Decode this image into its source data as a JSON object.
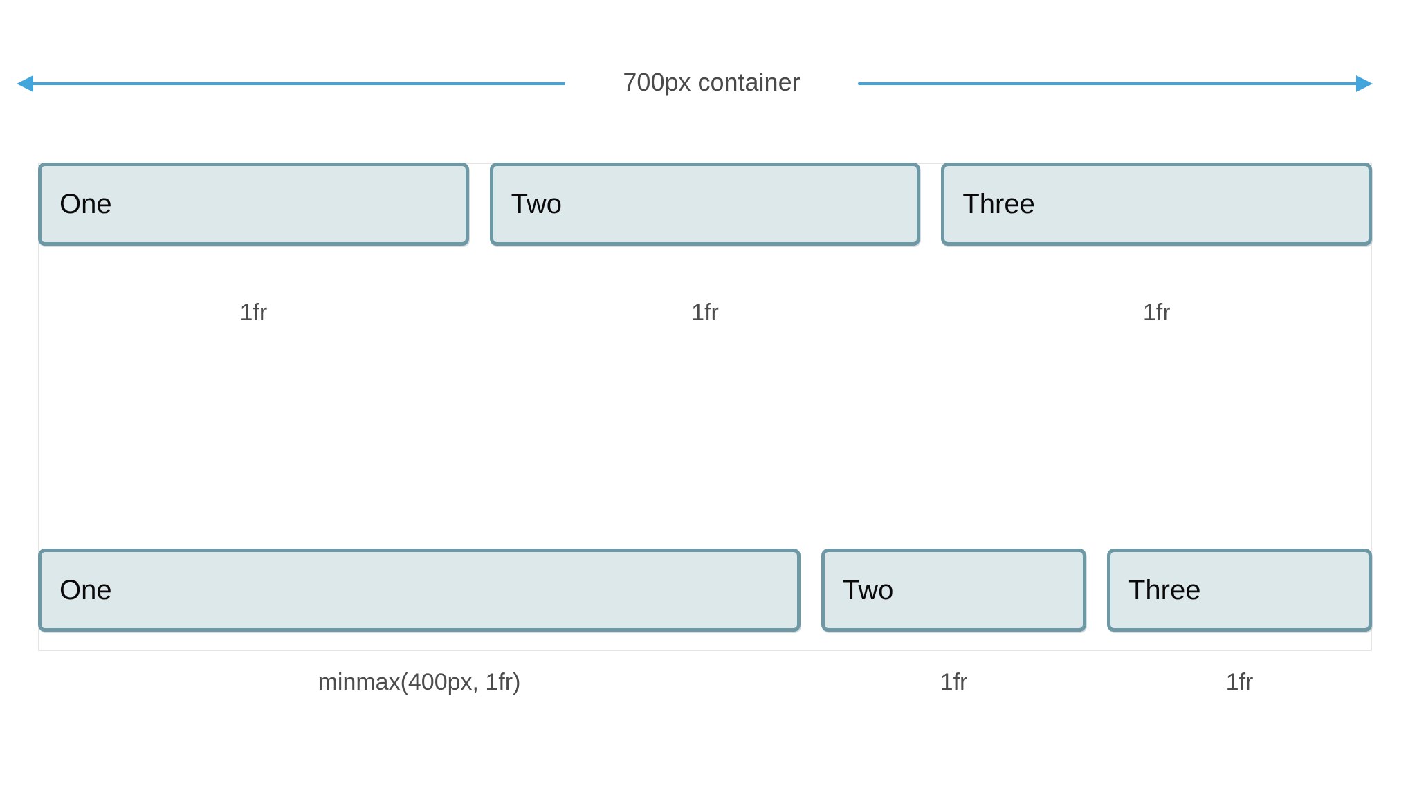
{
  "annotation": {
    "label": "700px container"
  },
  "example1": {
    "items": [
      {
        "label": "One"
      },
      {
        "label": "Two"
      },
      {
        "label": "Three"
      }
    ],
    "tracks": [
      "1fr",
      "1fr",
      "1fr"
    ]
  },
  "example2": {
    "items": [
      {
        "label": "One"
      },
      {
        "label": "Two"
      },
      {
        "label": "Three"
      }
    ],
    "tracks": [
      "minmax(400px, 1fr)",
      "1fr",
      "1fr"
    ]
  },
  "colors": {
    "arrow_blue": "#42a5dc",
    "box_fill": "#dde8ea",
    "box_border": "#6d98a5",
    "container_border": "#e4e4e4",
    "label_text": "#4c4c4c",
    "box_text": "#0a0a0a",
    "background": "#ffffff"
  }
}
